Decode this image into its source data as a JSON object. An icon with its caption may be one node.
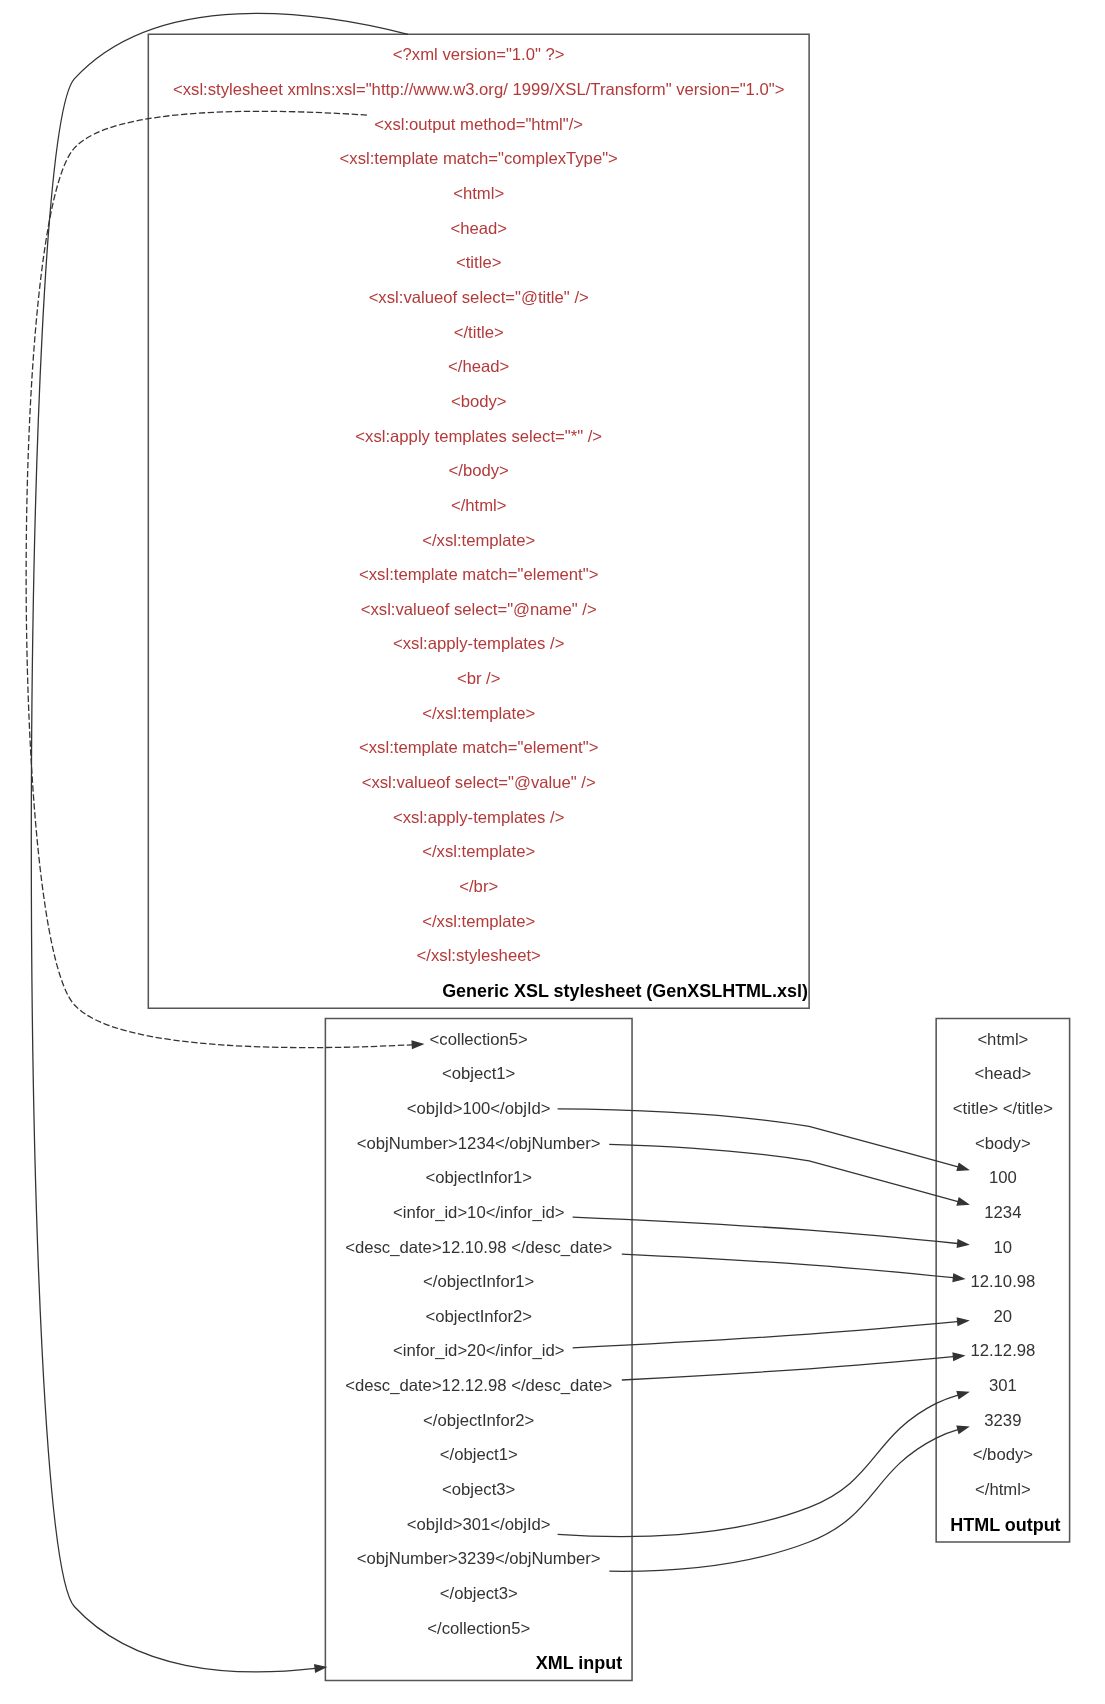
{
  "diagram": {
    "nodes": [
      {
        "text": [
          "XML input"
        ]
      },
      {
        "text": [
          "<collection5>"
        ],
        "in": 0
      },
      {
        "text": [
          "<object1>"
        ],
        "in": 0
      },
      {
        "text": [
          "<objId>100</objId>"
        ],
        "in": 0
      },
      {
        "text": [
          "<objNumber>1234</objNumber>"
        ],
        "in": 0
      },
      {
        "text": [
          "<objectInfor1>"
        ],
        "in": 0
      },
      {
        "text": [
          "<infor_id>10</infor_id>"
        ],
        "in": 0
      },
      {
        "text": [
          "<desc_date>12.10.98 </desc_date>"
        ],
        "in": 0
      },
      {
        "text": [
          "</objectInfor1>"
        ],
        "in": 0
      },
      {
        "text": [
          "<objectInfor2>"
        ],
        "in": 0
      },
      {
        "text": [
          "<infor_id>20</infor_id>"
        ],
        "in": 0
      },
      {
        "text": [
          "<desc_date>12.12.98 </desc_date>"
        ],
        "in": 0
      },
      {
        "text": [
          "</objectInfor2>"
        ],
        "in": 0
      },
      {
        "text": [
          "</object1>"
        ],
        "in": 0
      },
      {
        "text": [
          "<object3>"
        ],
        "in": 0
      },
      {
        "text": [
          "<objId>301</objId>"
        ],
        "in": 0
      },
      {
        "text": [
          "<objNumber>3239</objNumber>"
        ],
        "in": 0
      },
      {
        "text": [
          "</object3>"
        ],
        "in": 0
      },
      {
        "text": [
          "</collection5>"
        ],
        "in": 0
      },
      {
        "text": [
          "HTML output"
        ]
      },
      {
        "text": [
          "<html>"
        ],
        "in": 19
      },
      {
        "text": [
          "<head>"
        ],
        "in": 19
      },
      {
        "text": [
          "<title> </title>"
        ],
        "in": 19
      },
      {
        "text": [
          "<body>"
        ],
        "in": 19
      },
      {
        "text": [
          "100"
        ],
        "in": 19
      },
      {
        "text": [
          "1234"
        ],
        "in": 19
      },
      {
        "text": [
          "10"
        ],
        "in": 19
      },
      {
        "text": [
          "12.10.98"
        ],
        "in": 19
      },
      {
        "text": [
          "20"
        ],
        "in": 19
      },
      {
        "text": [
          "12.12.98"
        ],
        "in": 19
      },
      {
        "text": [
          "301"
        ],
        "in": 19
      },
      {
        "text": [
          "3239"
        ],
        "in": 19
      },
      {
        "text": [
          "</body>"
        ],
        "in": 19
      },
      {
        "text": [
          "</html>"
        ],
        "in": 19
      },
      {
        "text": [
          "Generic XSL stylesheet (GenXSLHTML.xsl)"
        ]
      },
      {
        "text": [
          "<?xml version=\"1.0\" ?>"
        ],
        "in": 34
      },
      {
        "text": [
          "<xsl:stylesheet xmlns:xsl=\"http://www.w3.org/ 1999/XSL/Transform\" version=\"1.0\">"
        ],
        "in": 34
      },
      {
        "text": [
          "<xsl:output method=\"html\"/>"
        ],
        "in": 34
      },
      {
        "text": [
          "<xsl:template match=\"complexType\">"
        ],
        "in": 34
      },
      {
        "text": [
          "<html>"
        ],
        "in": 34
      },
      {
        "text": [
          "<head>"
        ],
        "in": 34
      },
      {
        "text": [
          "<title>"
        ],
        "in": 34
      },
      {
        "text": [
          "<xsl:valueof select=\"@title\" />"
        ],
        "in": 34
      },
      {
        "text": [
          "</title>"
        ],
        "in": 34
      },
      {
        "text": [
          "</head>"
        ],
        "in": 34
      },
      {
        "text": [
          "<body>"
        ],
        "in": 34
      },
      {
        "text": [
          "<xsl:apply templates select=\"*\" />"
        ],
        "in": 34
      },
      {
        "text": [
          "</body>"
        ],
        "in": 34
      },
      {
        "text": [
          "</html>"
        ],
        "in": 34
      },
      {
        "text": [
          "</xsl:template>"
        ],
        "in": 34
      },
      {
        "text": [
          "<xsl:template match=\"element\">"
        ],
        "in": 34
      },
      {
        "text": [
          "<xsl:valueof select=\"@name\" />"
        ],
        "in": 34
      },
      {
        "text": [
          "<xsl:apply-templates />"
        ],
        "in": 34
      },
      {
        "text": [
          "<br />"
        ],
        "in": 34
      },
      {
        "text": [
          "</xsl:template>"
        ],
        "in": 34
      },
      {
        "text": [
          "<xsl:template match=\"element\">"
        ],
        "in": 34
      },
      {
        "text": [
          "<xsl:valueof select=\"@value\" />"
        ],
        "in": 34
      },
      {
        "text": [
          "<xsl:apply-templates />"
        ],
        "in": 34
      },
      {
        "text": [
          "</xsl:template>"
        ],
        "in": 34
      },
      {
        "text": [
          "</br>"
        ],
        "in": 34
      },
      {
        "text": [
          "</xsl:template>"
        ],
        "in": 34
      },
      {
        "text": [
          "</xsl:stylesheet>"
        ],
        "in": 34
      }
    ],
    "edges": [
      {
        "from": 34,
        "to": 0,
        "arrow": "to"
      },
      {
        "from": 37,
        "to": 1,
        "arrow": "to",
        "style": "dashed"
      },
      {
        "from": 3,
        "to": 24,
        "arrow": "to"
      },
      {
        "from": 4,
        "to": 25,
        "arrow": "to"
      },
      {
        "from": 6,
        "to": 26,
        "arrow": "to"
      },
      {
        "from": 7,
        "to": 27,
        "arrow": "to"
      },
      {
        "from": 10,
        "to": 28,
        "arrow": "to"
      },
      {
        "from": 11,
        "to": 29,
        "arrow": "to"
      },
      {
        "from": 15,
        "to": 30,
        "arrow": "to"
      },
      {
        "from": 16,
        "to": 31,
        "arrow": "to"
      }
    ]
  }
}
